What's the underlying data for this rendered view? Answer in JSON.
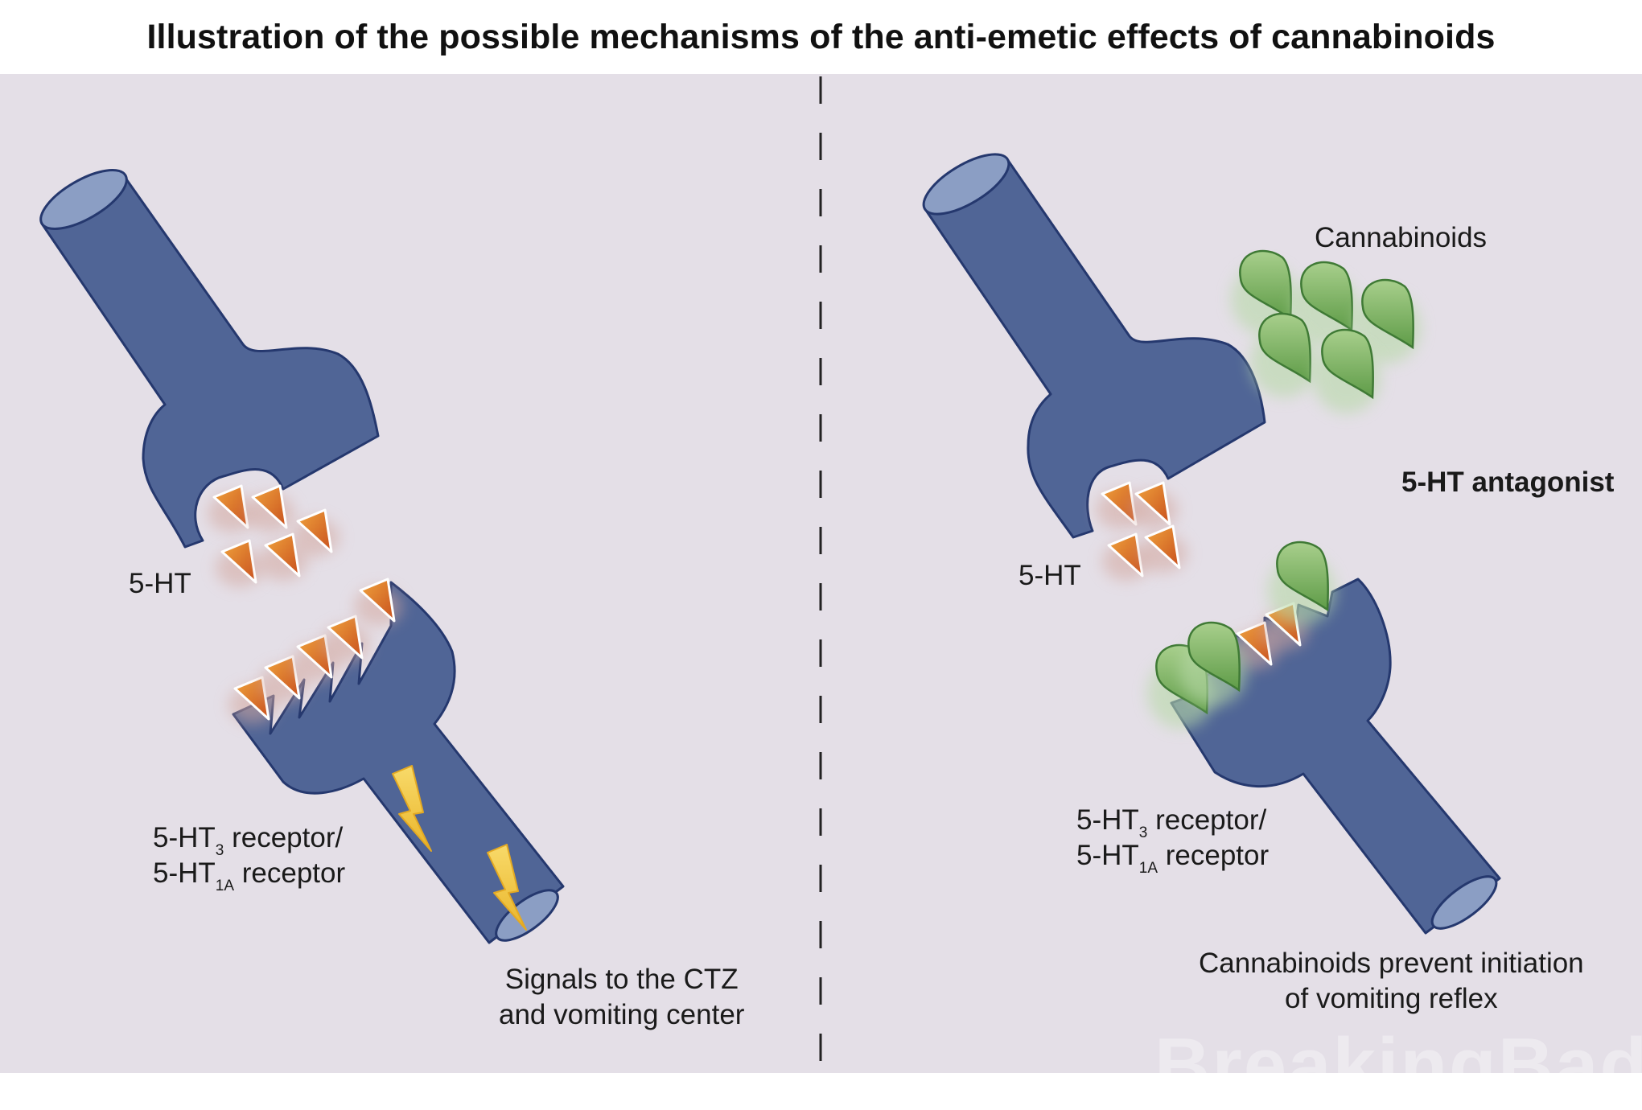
{
  "title": "Illustration of the possible mechanisms of the anti-emetic effects of cannabinoids",
  "left_panel": {
    "serotonin_label": "5-HT",
    "receptor_label": {
      "line1_prefix": "5-HT",
      "line1_sub": "3",
      "line1_suffix": " receptor/",
      "line2_prefix": "5-HT",
      "line2_sub": "1A",
      "line2_suffix": " receptor"
    },
    "signal_label": {
      "line1": "Signals to the CTZ",
      "line2": "and vomiting center"
    }
  },
  "right_panel": {
    "cannabinoids_label": "Cannabinoids",
    "antagonist_label": "5-HT antagonist",
    "serotonin_label": "5-HT",
    "receptor_label": {
      "line1_prefix": "5-HT",
      "line1_sub": "3",
      "line1_suffix": " receptor/",
      "line2_prefix": "5-HT",
      "line2_sub": "1A",
      "line2_suffix": " receptor"
    },
    "prevent_label": {
      "line1": "Cannabinoids prevent initiation",
      "line2": "of vomiting reflex"
    }
  },
  "watermark": "BreakingBad",
  "colors": {
    "neuron_fill": "#506596",
    "neuron_stroke": "#25386e",
    "background": "#e4dfe7",
    "serotonin": "#d8692a",
    "cannabinoid": "#6fad5a",
    "lightning": "#f2c230"
  }
}
